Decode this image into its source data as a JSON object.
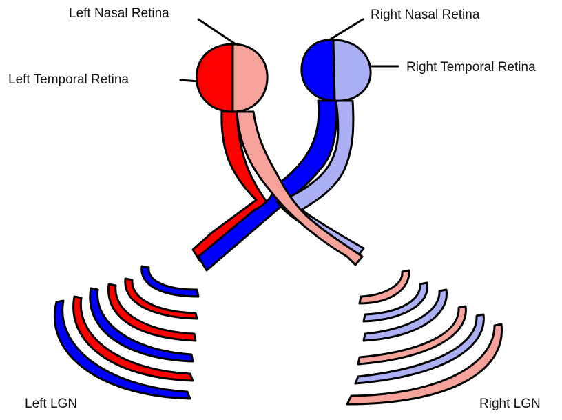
{
  "labels": {
    "left_nasal": "Left Nasal Retina",
    "left_temporal": "Left Temporal Retina",
    "right_nasal": "Right Nasal Retina",
    "right_temporal": "Right Temporal Retina",
    "left_lgn": "Left LGN",
    "right_lgn": "Right LGN"
  },
  "colors": {
    "red": "#ff0000",
    "pink": "#f6a49b",
    "blue": "#0000ff",
    "lavender": "#aab0f3",
    "outline": "#000000"
  },
  "left_lgn_layers": [
    "blue",
    "red",
    "blue",
    "red",
    "red",
    "blue"
  ],
  "right_lgn_layers": [
    "pink",
    "lavender",
    "pink",
    "lavender",
    "lavender",
    "pink"
  ]
}
